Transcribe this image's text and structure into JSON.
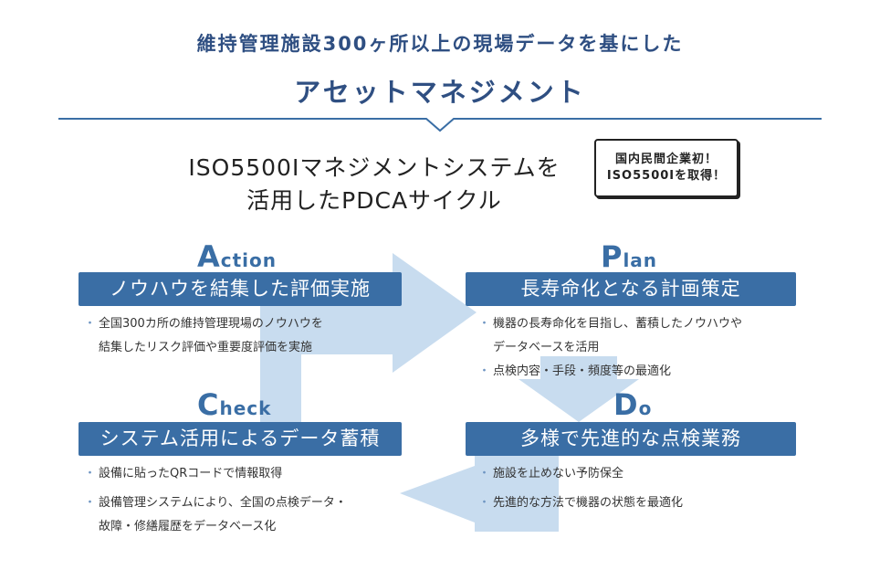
{
  "header": {
    "line1": "維持管理施設300ヶ所以上の現場データを基にした",
    "line2": "アセットマネジメント"
  },
  "subheading": {
    "line1": "ISO5500Iマネジメントシステムを",
    "line2": "活用したPDCAサイクル"
  },
  "badge": {
    "line1": "国内民間企業初！",
    "line2": "ISO5500Iを取得！"
  },
  "phases": {
    "action": {
      "initial": "A",
      "rest": "ction",
      "label": "ノウハウを結集した評価実施",
      "bullets": [
        {
          "line1": "全国300カ所の維持管理現場のノウハウを",
          "line2": "結集したリスク評価や重要度評価を実施"
        }
      ]
    },
    "plan": {
      "initial": "P",
      "rest": "lan",
      "label": "長寿命化となる計画策定",
      "bullets": [
        {
          "line1": "機器の長寿命化を目指し、蓄積したノウハウや",
          "line2": "データベースを活用"
        },
        {
          "line1": "点検内容・手段・頻度等の最適化"
        }
      ]
    },
    "check": {
      "initial": "C",
      "rest": "heck",
      "label": "システム活用によるデータ蓄積",
      "bullets": [
        {
          "line1": "設備に貼ったQRコードで情報取得"
        },
        {
          "line1": "設備管理システムにより、全国の点検データ・",
          "line2": "故障・修繕履歴をデータベース化"
        }
      ]
    },
    "do": {
      "initial": "D",
      "rest": "o",
      "label": "多様で先進的な点検業務",
      "bullets": [
        {
          "line1": "施設を止めない予防保全"
        },
        {
          "line1": "先進的な方法で機器の状態を最適化"
        }
      ]
    }
  },
  "colors": {
    "heading": "#2f4f82",
    "label_bar": "#3a6ea5",
    "cycle_arrow": "#c8dcef",
    "divider": "#3a6ea5"
  }
}
